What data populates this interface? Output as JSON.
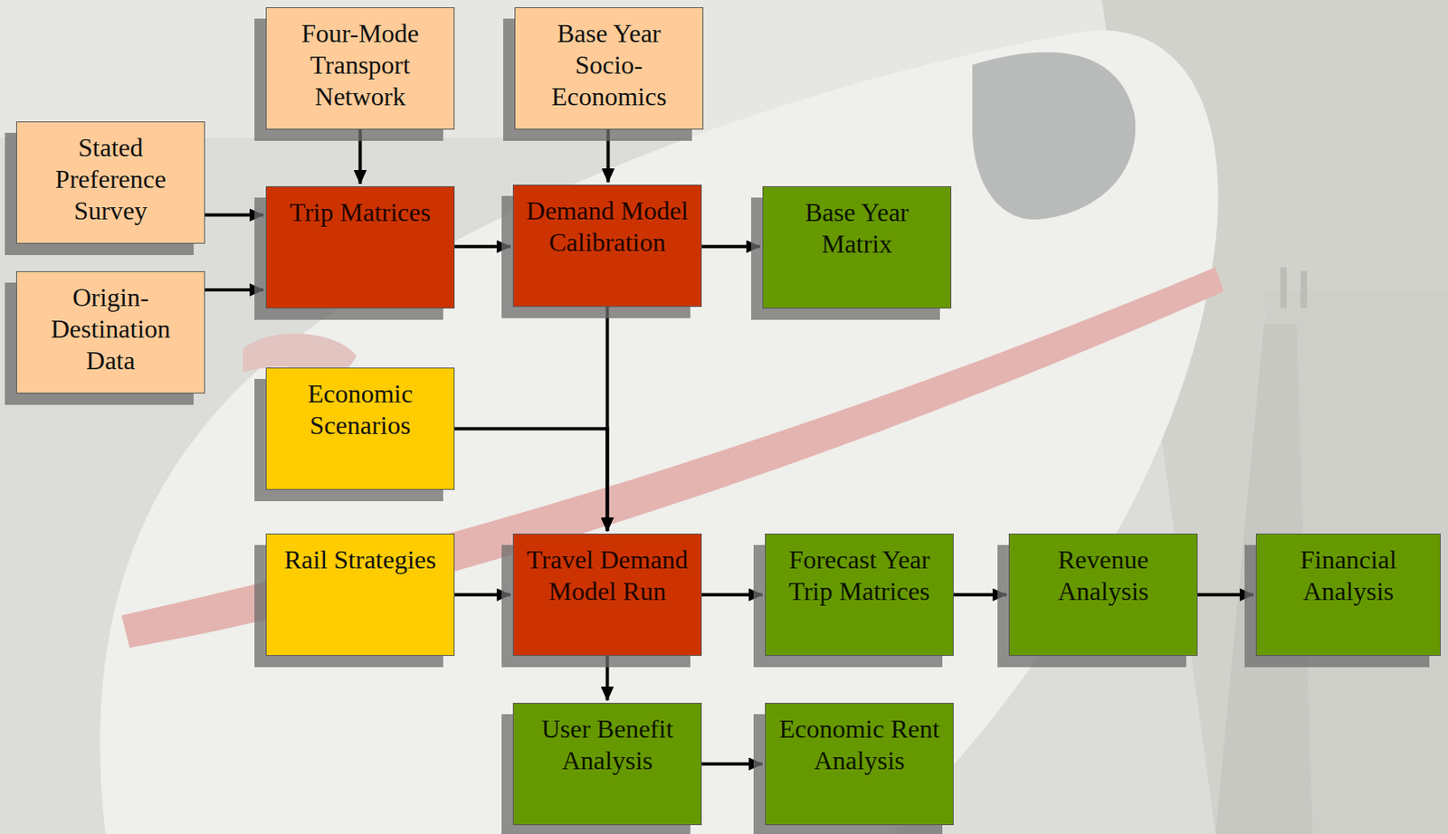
{
  "diagram": {
    "nodes": [
      {
        "text": [
          "Four-Mode Transport Network"
        ]
      },
      {
        "text": [
          "Base Year Socio-Economics"
        ]
      },
      {
        "text": [
          "Stated Preference Survey"
        ]
      },
      {
        "text": [
          "Trip Matrices"
        ]
      },
      {
        "text": [
          "Demand Model Calibration"
        ]
      },
      {
        "text": [
          "Base Year Matrix"
        ]
      },
      {
        "text": [
          "Origin-Destination Data"
        ]
      },
      {
        "text": [
          "Economic Scenarios"
        ]
      },
      {
        "text": [
          "Rail Strategies"
        ]
      },
      {
        "text": [
          "Travel Demand Model Run"
        ]
      },
      {
        "text": [
          "Forecast Year Trip Matrices"
        ]
      },
      {
        "text": [
          "Revenue Analysis"
        ]
      },
      {
        "text": [
          "Financial Analysis"
        ]
      },
      {
        "text": [
          "User Benefit Analysis"
        ]
      },
      {
        "text": [
          "Economic Rent Analysis"
        ]
      }
    ],
    "edges": [
      {
        "from": 0,
        "to": 3,
        "arrow": "to"
      },
      {
        "from": 1,
        "to": 4,
        "arrow": "to"
      },
      {
        "from": 2,
        "to": 3,
        "arrow": "to"
      },
      {
        "from": 6,
        "to": 3,
        "arrow": "to"
      },
      {
        "from": 3,
        "to": 4,
        "arrow": "to"
      },
      {
        "from": 4,
        "to": 5,
        "arrow": "to"
      },
      {
        "from": 4,
        "to": 9,
        "arrow": "to"
      },
      {
        "from": 7,
        "to": 9,
        "arrow": "to"
      },
      {
        "from": 8,
        "to": 9,
        "arrow": "to"
      },
      {
        "from": 9,
        "to": 10,
        "arrow": "to"
      },
      {
        "from": 10,
        "to": 11,
        "arrow": "to"
      },
      {
        "from": 11,
        "to": 12,
        "arrow": "to"
      },
      {
        "from": 9,
        "to": 13,
        "arrow": "to"
      },
      {
        "from": 13,
        "to": 14,
        "arrow": "to"
      }
    ]
  }
}
